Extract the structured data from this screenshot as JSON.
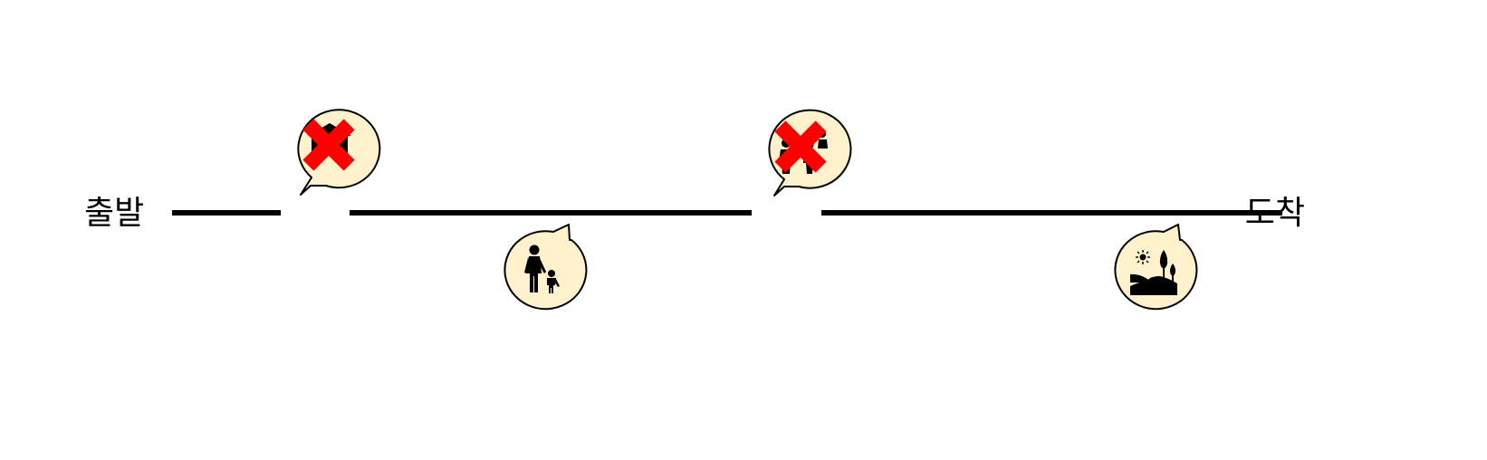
{
  "route": {
    "start_label": "출발",
    "end_label": "도착",
    "line_color": "#000000",
    "stops": [
      {
        "icon": "house-icon",
        "position": "above",
        "crossed_out": true
      },
      {
        "icon": "parent-child-icon",
        "position": "below",
        "crossed_out": false
      },
      {
        "icon": "family-icon",
        "position": "above",
        "crossed_out": true
      },
      {
        "icon": "park-icon",
        "position": "below",
        "crossed_out": false
      }
    ]
  },
  "colors": {
    "bubble_fill": "#fff2cc",
    "bubble_stroke": "#000000",
    "cross_mark": "#ff0000",
    "icon": "#000000"
  }
}
